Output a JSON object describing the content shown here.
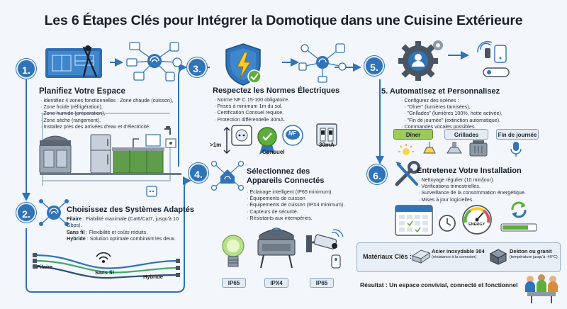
{
  "title": "Les 6 Étapes Clés pour Intégrer la Domotique dans une Cuisine Extérieure",
  "colors": {
    "accent": "#2f73b8",
    "green": "#8dbb4c",
    "dark": "#1a1f29"
  },
  "steps": [
    {
      "number": "1.",
      "heading": "Planifiez Votre Espace",
      "items": [
        "Identifiez 4 zones fonctionnelles : Zone chaude (cuisson),",
        "Zone froide (réfrigération),",
        "Zone humide (préparation),",
        "Zone sèche (rangement).",
        "Installez près des arrivées d'eau et d'électricité."
      ]
    },
    {
      "number": "2.",
      "heading": "Choisissez des Systèmes Adaptés",
      "filaire_label": "Filaire",
      "filaire_text": " : Fiabilité maximale (Cat6/Cat7, jusqu'à 10 Gbps).",
      "sansfil_label": "Sans fil",
      "sansfil_text": " : Flexibilité et coûts réduits.",
      "hybride_label": "Hybride",
      "hybride_text": " : Solution optimale combinant les deux.",
      "diagram_labels": [
        "Filaire",
        "Sans fil",
        "Hybride"
      ]
    },
    {
      "number": "3.",
      "heading": "Respectez les Normes Électriques",
      "items": [
        "Norme NF C 15-100 obligatoire.",
        "Prises à minimum 1m du sol.",
        "Certification Consuel requise.",
        "Protection différentielle 30mA."
      ],
      "icon_labels": {
        "height": ">1m",
        "consuel": "Consuel",
        "nf": "NF",
        "rcd": "30mA"
      }
    },
    {
      "number": "4.",
      "heading": "Sélectionnez des Appareils Connectés",
      "items": [
        "Éclairage intelligent (IP65 minimum).",
        "Équipements de cuisson",
        "Équipements de cuisson (IPX4 minimum).",
        "Capteurs de sécurité.",
        "Résistants aux intempéries."
      ],
      "ratings": [
        "IP65",
        "IPX4",
        "IP65"
      ]
    },
    {
      "number": "5.",
      "heading": "5. Automatisez et Personnalisez",
      "items": [
        "Configurez des scènes :",
        "\"Dîner\" (lumières tamisées),",
        "\"Grillades\" (lumières 100%, hotte activée),",
        "\"Fin de journée\" (extinction automatique).",
        "Commandes vocales possibles."
      ],
      "scenes": [
        "Dîner",
        "Grillades",
        "Fin de journée"
      ]
    },
    {
      "number": "6.",
      "heading": "Entretenez Votre Installation",
      "items": [
        "Nettoyage régulier (10 min/jour).",
        "Vérifications trimestrielles.",
        "Surveillance de la consommation énergétique.",
        "Mises à jour logicielles."
      ],
      "gauge_label": "ENERGY"
    }
  ],
  "materials": {
    "label": "Matériaux Clés :",
    "items": [
      {
        "name": "Acier inoxydable 304",
        "note": "(résistance à la corrosion)"
      },
      {
        "name": "Dekton ou granit",
        "note": "(température jusqu'à -40°C)"
      }
    ]
  },
  "result": "Résultat : Un espace convivial, connecté et fonctionnel"
}
